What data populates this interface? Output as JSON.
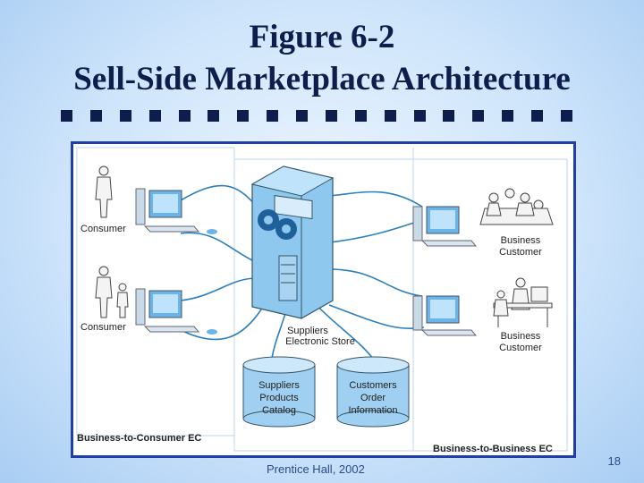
{
  "slide": {
    "title_line1": "Figure 6-2",
    "title_line2": "Sell-Side Marketplace Architecture",
    "footer": "Prentice Hall, 2002",
    "page_number": "18"
  },
  "diagram": {
    "left_labels": [
      "Consumer",
      "Consumer"
    ],
    "right_labels": [
      [
        "Business",
        "Customer"
      ],
      [
        "Business",
        "Customer"
      ]
    ],
    "store_label": [
      "Suppliers",
      "Electronic Store"
    ],
    "db_left": [
      "Suppliers",
      "Products",
      "Catalog"
    ],
    "db_right": [
      "Customers",
      "Order",
      "Information"
    ],
    "b2c_label": "Business-to-Consumer EC",
    "b2b_label": "Business-to-Business EC"
  },
  "colors": {
    "title": "#0d1e4c",
    "frame": "#1f3fa8",
    "computer": "#6ab4ea",
    "server": "#8fc8ef"
  }
}
